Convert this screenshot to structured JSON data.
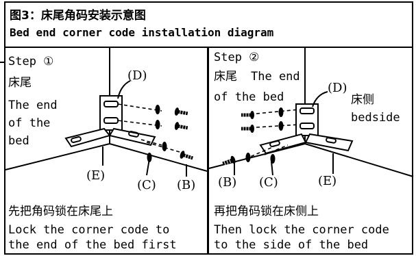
{
  "title": {
    "zh": "图3：床尾角码安装示意图",
    "en": "Bed end corner code installation diagram"
  },
  "step1": {
    "label": "Step ①",
    "zh_name": "床尾",
    "en_line1": "The end",
    "en_line2": "of the",
    "en_line3": "bed",
    "part_d": "(D)",
    "part_e": "(E)",
    "part_c": "(C)",
    "part_b": "(B)",
    "caption_zh": "先把角码锁在床尾上",
    "caption_en1": "Lock the corner code to",
    "caption_en2": "the end of the bed first"
  },
  "step2": {
    "label": "Step ②",
    "zh_name": "床尾",
    "en_inline": "The end",
    "en_line2": "of the bed",
    "part_d": "(D)",
    "side_zh": "床侧",
    "side_en": "bedside",
    "part_b": "(B)",
    "part_c": "(C)",
    "part_e": "(E)",
    "caption_zh": "再把角码锁在床侧上",
    "caption_en1": "Then lock the corner code",
    "caption_en2": "to the side of the bed"
  }
}
